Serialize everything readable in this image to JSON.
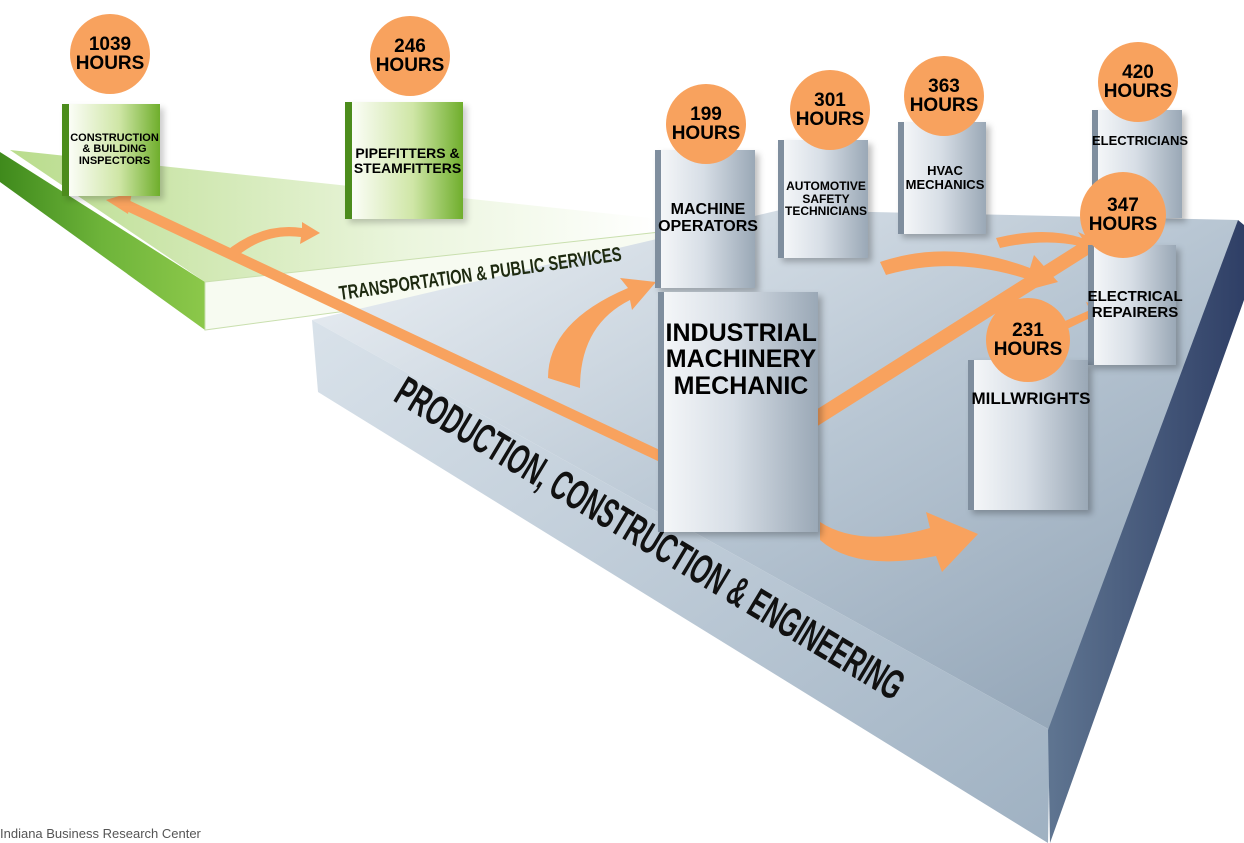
{
  "sectors": {
    "transportation": "TRANSPORTATION & PUBLIC SERVICES",
    "production": "PRODUCTION, CONSTRUCTION & ENGINEERING"
  },
  "center": {
    "label": "INDUSTRIAL MACHINERY MECHANIC"
  },
  "occupations": {
    "construction_inspectors": {
      "label": "CONSTRUCTION & BUILDING INSPECTORS",
      "hours_value": "1039",
      "hours_unit": "HOURS"
    },
    "pipefitters": {
      "label": "PIPEFITTERS & STEAMFITTERS",
      "hours_value": "246",
      "hours_unit": "HOURS"
    },
    "machine_operators": {
      "label": "MACHINE OPERATORS",
      "hours_value": "199",
      "hours_unit": "HOURS"
    },
    "automotive_safety": {
      "label": "AUTOMOTIVE SAFETY TECHNICIANS",
      "hours_value": "301",
      "hours_unit": "HOURS"
    },
    "hvac": {
      "label": "HVAC MECHANICS",
      "hours_value": "363",
      "hours_unit": "HOURS"
    },
    "electricians": {
      "label": "ELECTRICIANS",
      "hours_value": "420",
      "hours_unit": "HOURS"
    },
    "electrical_repairers": {
      "label": "ELECTRICAL REPAIRERS",
      "hours_value": "347",
      "hours_unit": "HOURS"
    },
    "millwrights": {
      "label": "MILLWRIGHTS",
      "hours_value": "231",
      "hours_unit": "HOURS"
    }
  },
  "source": "Indiana Business Research Center",
  "colors": {
    "arrow": "#f8a25e",
    "green_platform": "#7dbb3c",
    "steel_platform": "#aebccb"
  }
}
